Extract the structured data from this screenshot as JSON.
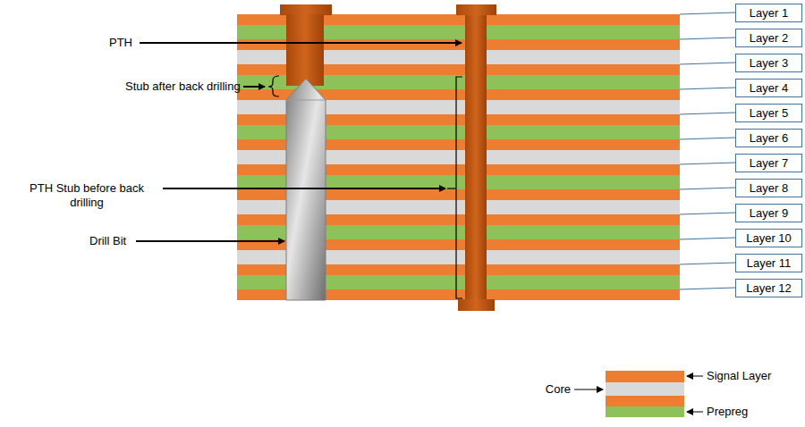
{
  "diagram": {
    "nodes": [
      {
        "text": [
          "Layer 1"
        ]
      },
      {
        "text": [
          "Layer 2"
        ]
      },
      {
        "text": [
          "Layer 3"
        ]
      },
      {
        "text": [
          "Layer 4"
        ]
      },
      {
        "text": [
          "Layer 5"
        ]
      },
      {
        "text": [
          "Layer 6"
        ]
      },
      {
        "text": [
          "Layer 7"
        ]
      },
      {
        "text": [
          "Layer 8"
        ]
      },
      {
        "text": [
          "Layer 9"
        ]
      },
      {
        "text": [
          "Layer 10"
        ]
      },
      {
        "text": [
          "Layer 11"
        ]
      },
      {
        "text": [
          "Layer 12"
        ]
      }
    ],
    "labels": [
      "PTH",
      "Stub after back drilling",
      "PTH Stub before back drilling",
      "Drill Bit"
    ],
    "legend": [
      {
        "text": "Signal Layer",
        "color": "#ed7d31"
      },
      {
        "text": "Prepreg",
        "color": "#8fc15a"
      },
      {
        "text": "Core",
        "color": "#d9d9d9"
      }
    ]
  }
}
